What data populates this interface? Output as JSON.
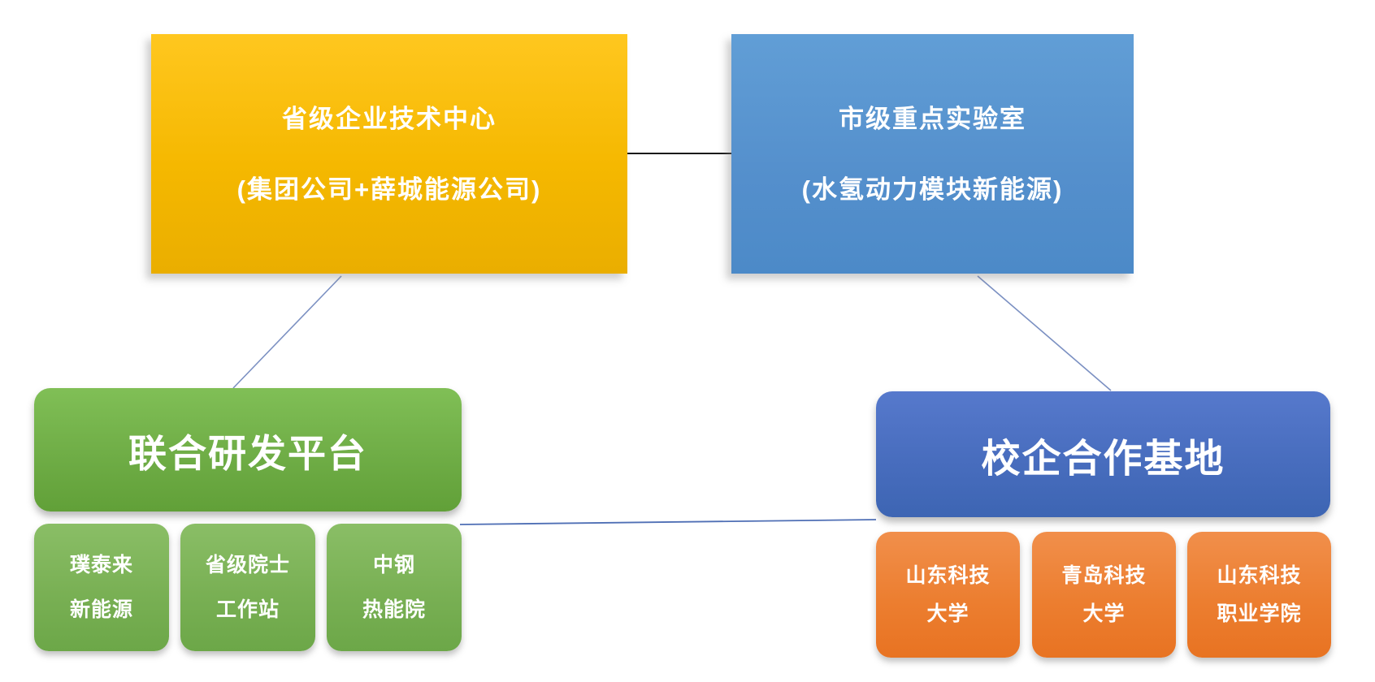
{
  "diagram": {
    "title": "",
    "nodes": {
      "tech_center": {
        "line1": "省级企业技术中心",
        "line2": "(集团公司+薛城能源公司)",
        "color": "#f5b800"
      },
      "key_lab": {
        "line1": "市级重点实验室",
        "line2": "(水氢动力模块新能源)",
        "color": "#548fcc"
      },
      "rd_platform": {
        "label": "联合研发平台",
        "color": "#6fad46"
      },
      "school_base": {
        "label": "校企合作基地",
        "color": "#486dbe"
      },
      "rd_partners": [
        {
          "line1": "璞泰来",
          "line2": "新能源",
          "color": "#79b054"
        },
        {
          "line1": "省级院士",
          "line2": "工作站",
          "color": "#79b054"
        },
        {
          "line1": "中钢",
          "line2": "热能院",
          "color": "#79b054"
        }
      ],
      "school_partners": [
        {
          "line1": "山东科技",
          "line2": "大学",
          "color": "#ec7e30"
        },
        {
          "line1": "青岛科技",
          "line2": "大学",
          "color": "#ec7e30"
        },
        {
          "line1": "山东科技",
          "line2": "职业学院",
          "color": "#ec7e30"
        }
      ]
    },
    "connectors": [
      {
        "from": "tech_center",
        "to": "key_lab",
        "style": "solid",
        "color": "#1a1a1a"
      },
      {
        "from": "tech_center",
        "to": "rd_platform",
        "style": "thin",
        "color": "#7b90c2"
      },
      {
        "from": "key_lab",
        "to": "school_base",
        "style": "thin",
        "color": "#7b90c2"
      },
      {
        "from": "rd_platform",
        "to": "school_base",
        "style": "thin",
        "color": "#4f6fb5"
      }
    ],
    "text_color": "#ffffff",
    "background": "#ffffff"
  }
}
